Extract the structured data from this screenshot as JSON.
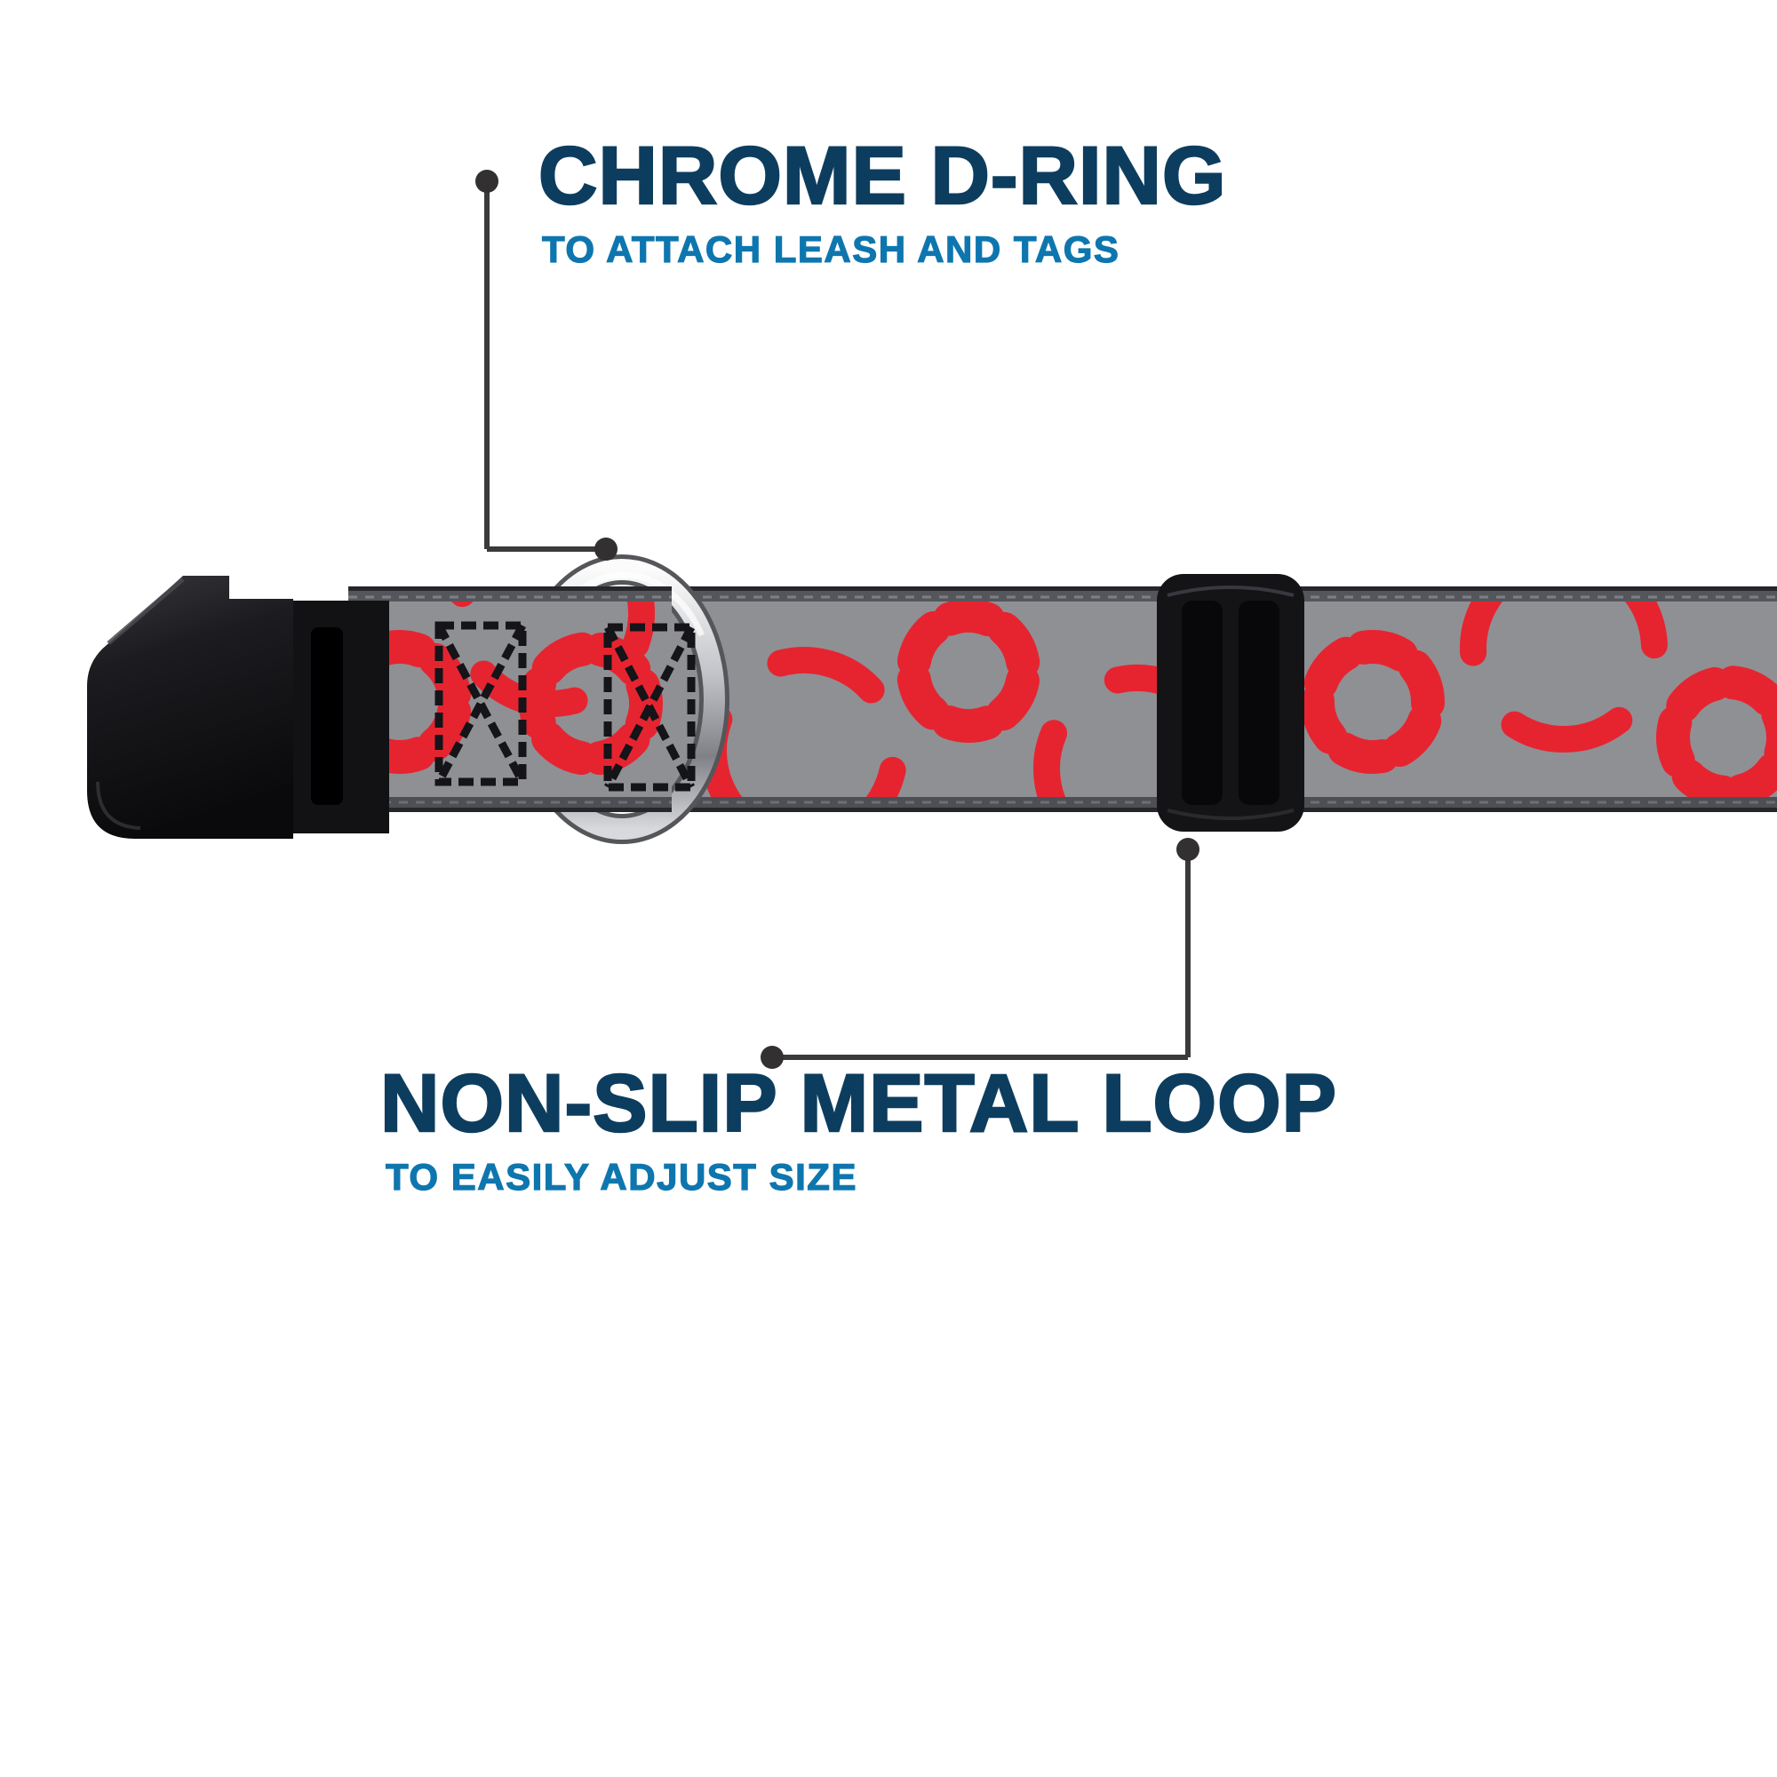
{
  "callouts": {
    "d_ring": {
      "title": "CHROME D-RING",
      "subtitle": "TO ATTACH LEASH AND TAGS"
    },
    "metal_loop": {
      "title": "NON-SLIP METAL LOOP",
      "subtitle": "TO EASILY ADJUST SIZE"
    }
  },
  "colors": {
    "title_navy": "#0d3d5e",
    "subtitle_blue": "#0e76ae",
    "pattern_red": "#e62430",
    "webbing_gray": "#8f9094",
    "hardware_black": "#141417",
    "chrome_light": "#fbfbfb",
    "callout_line": "#3a3a3c",
    "background": "#ffffff"
  },
  "product_parts": {
    "buckle": "black-side-release-buckle",
    "strap": "gray-webbing-with-red-swirl-pattern",
    "d_ring": "chrome-d-ring",
    "slider": "black-adjustment-slider",
    "stitching": "box-x-stitch"
  }
}
